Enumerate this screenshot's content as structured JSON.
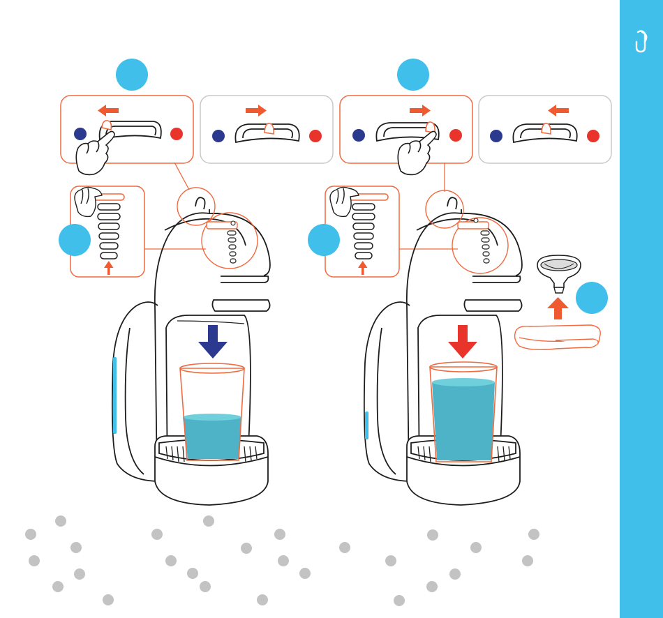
{
  "colors": {
    "accent_blue": "#3fbfea",
    "cold_blue": "#2b3a8f",
    "hot_red": "#e8342a",
    "arrow_orange": "#ef5a30",
    "outline_orange": "#f06a3f",
    "panel_gray_border": "#c8c8c8",
    "dot_gray": "#c3c3c3",
    "water": "#4fb3c7",
    "water_light": "#6fd0dc",
    "line_dark": "#1d1d1b"
  },
  "steps": [
    {
      "badge_icon": "step-badge",
      "slider_direction": "left-then-right",
      "drink": "cold",
      "fill_level": 0.45
    },
    {
      "badge_icon": "step-badge",
      "slider_direction": "right-then-left",
      "drink": "hot",
      "fill_level": 0.85
    }
  ],
  "sidebar": {
    "icon": "capsule-glyph-icon"
  },
  "decorations": {
    "dots_icon": "gray-dot"
  }
}
